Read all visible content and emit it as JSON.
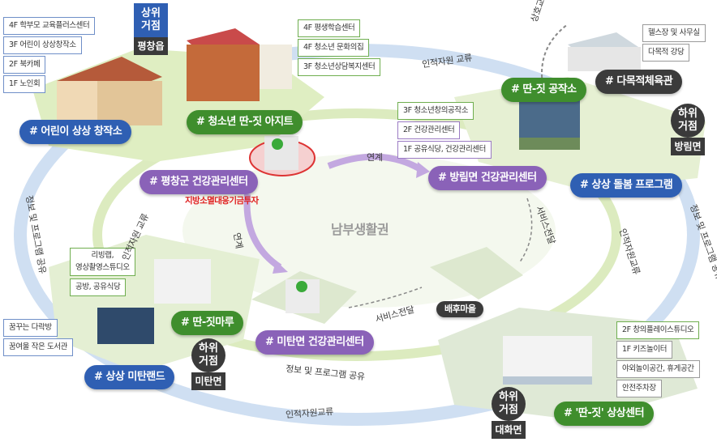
{
  "center_title": "남부생활권",
  "fund_note": "지방소멸대응기금투자",
  "hubs": {
    "upper": {
      "top": "상위\n거점",
      "name": "평창읍"
    },
    "bangrim": {
      "top": "하위\n거점",
      "name": "방림면"
    },
    "mitan": {
      "top": "하위\n거점",
      "name": "미탄면"
    },
    "daehwa": {
      "top": "하위\n거점",
      "name": "대화면"
    }
  },
  "facilities": {
    "children_studio": "# 어린이 상상 창작소",
    "youth_hideout": "# 청소년 딴-짓 아지트",
    "county_health_center": "# 평창군 건강관리센터",
    "workshop": "# 딴-짓 공작소",
    "multi_gym": "# 다목적체육관",
    "bangrim_health": "# 방림면 건강관리센터",
    "care_program": "# 상상 돌봄 프로그램",
    "village": "배후마을",
    "ttanjit_maru": "# 딴-짓마루",
    "mitan_health": "# 미탄면 건강관리센터",
    "sangsang_mitanland": "# 상상 미탄랜드",
    "sangsang_center": "# '딴-짓' 상상센터"
  },
  "floor_tags": {
    "children_studio": [
      "4F 학부모 교육플러스센터",
      "3F 어린이 상상창작소",
      "2F 북카페",
      "1F 노인회"
    ],
    "youth_hideout": [
      "4F 평생학습센터",
      "4F 청소년 문화의집",
      "3F 청소년상담복지센터"
    ],
    "multi_gym": [
      "헬스장 및 사무실",
      "다목적 강당"
    ],
    "workshop": [
      "3F 청소년창의공작소",
      "2F 건강관리센터",
      "1F 공유식당, 건강관리센터"
    ],
    "ttanjit_maru": [
      "리빙랩,\n영상촬영스튜디오",
      "공방, 공유식당"
    ],
    "mitanland": [
      "꿈꾸는 다락방",
      "꿈여울 작은 도서관"
    ],
    "sangsang_center": [
      "2F 창의플레이스튜디오",
      "1F 키즈놀이터",
      "야외놀이공간, 휴게공간",
      "안전주차장"
    ]
  },
  "flow_labels": {
    "human_exchange_top": "인적자원 교류",
    "mutual_exchange": "상호교류",
    "link_1": "연계",
    "link_2": "연계",
    "service_delivery_1": "서비스전달",
    "service_delivery_2": "서비스전달",
    "human_exchange_left": "인적자원 교류",
    "info_share_left": "정보 및 프로그램 공유",
    "info_share_right": "정보 및 프로그램 공유",
    "human_exchange_right": "인적자원교류",
    "info_share_bottom": "정보 및 프로그램 공유",
    "human_exchange_bottom": "인적자원교류"
  },
  "colors": {
    "blue": "#2f5fb3",
    "green": "#3f8e2d",
    "purple": "#8a62b8",
    "ring_blue": "#c9d9f0",
    "ring_green": "#d8e9b8",
    "red_note": "#e02020"
  }
}
